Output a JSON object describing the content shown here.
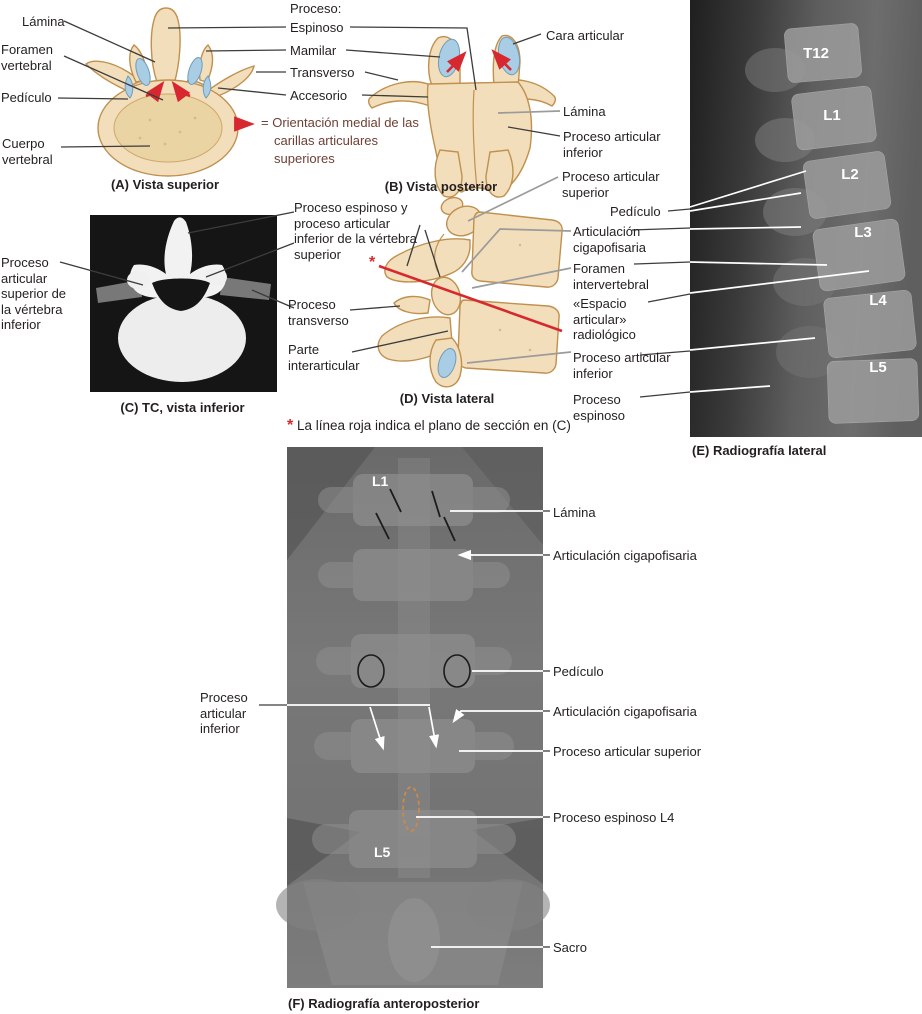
{
  "colors": {
    "red": "#d7282f",
    "legend_text": "#6e4035",
    "orange_dash": "#cf8a45",
    "bone": "#f2debb",
    "facet_blue": "#a9cde4"
  },
  "panelA": {
    "caption": "(A) Vista superior",
    "left_labels": [
      "Lámina",
      "Foramen vertebral",
      "Pedículo",
      "Cuerpo vertebral"
    ],
    "proceso_title": "Proceso:",
    "proceso_items": [
      "Espinoso",
      "Mamilar",
      "Transverso",
      "Accesorio"
    ],
    "legend": "= Orientación medial de las carillas articulares superiores"
  },
  "panelB": {
    "caption": "(B) Vista posterior",
    "labels": [
      "Cara articular",
      "Lámina",
      "Proceso articular inferior",
      "Proceso articular superior",
      "Pedículo"
    ]
  },
  "panelC": {
    "caption": "(C) TC, vista inferior",
    "label": "Proceso articular superior de la vértebra inferior"
  },
  "panelD": {
    "caption": "(D) Vista lateral",
    "left_labels": [
      "Proceso espinoso y proceso articular inferior de la vértebra superior",
      "Proceso transverso",
      "Parte interarticular"
    ],
    "right_labels": [
      "Articulación cigapofisaria",
      "Foramen intervertebral",
      "«Espacio articular» radiológico",
      "Proceso articular inferior",
      "Proceso espinoso"
    ],
    "note_star": "*",
    "note": "La línea roja indica el plano de sección en (C)"
  },
  "panelE": {
    "caption": "(E) Radiografía lateral",
    "vertebrae": [
      "T12",
      "L1",
      "L2",
      "L3",
      "L4",
      "L5"
    ]
  },
  "panelF": {
    "caption": "(F) Radiografía anteroposterior",
    "vertebrae": [
      "L1",
      "L5"
    ],
    "left_label": "Proceso articular inferior",
    "right_labels": [
      "Lámina",
      "Articulación cigapofisaria",
      "Pedículo",
      "Articulación cigapofisaria",
      "Proceso articular superior",
      "Proceso espinoso L4",
      "Sacro"
    ]
  }
}
